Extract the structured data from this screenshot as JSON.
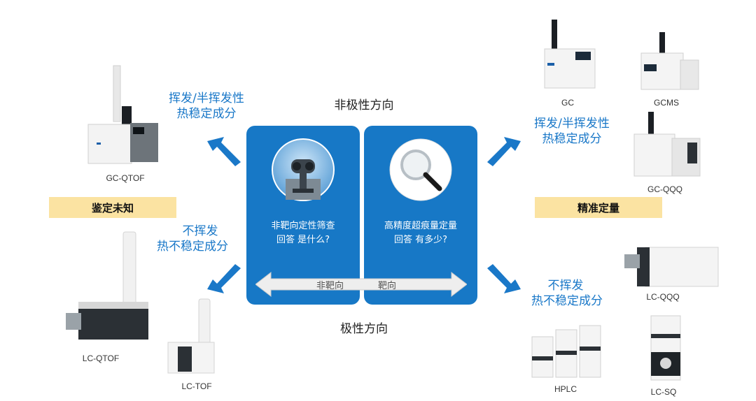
{
  "center": {
    "top_label": "非极性方向",
    "bottom_label": "极性方向",
    "left_panel": {
      "line1": "非靶向定性筛查",
      "line2": "回答 是什么?"
    },
    "right_panel": {
      "line1": "高精度超痕量定量",
      "line2": "回答 有多少?"
    },
    "arrow_left": "非靶向",
    "arrow_right": "靶向"
  },
  "left": {
    "volatile": {
      "line1": "挥发/半挥发性",
      "line2": "热稳定成分"
    },
    "nonvolatile": {
      "line1": "不挥发",
      "line2": "热不稳定成分"
    },
    "tag": "鉴定未知",
    "instruments": [
      "GC-QTOF",
      "LC-QTOF",
      "LC-TOF"
    ]
  },
  "right": {
    "volatile": {
      "line1": "挥发/半挥发性",
      "line2": "热稳定成分"
    },
    "nonvolatile": {
      "line1": "不挥发",
      "line2": "热不稳定成分"
    },
    "tag": "精准定量",
    "instruments": [
      "GC",
      "GCMS",
      "GC-QQQ",
      "LC-QQQ",
      "HPLC",
      "LC-SQ"
    ]
  },
  "colors": {
    "accent_blue": "#1778c6",
    "text_blue": "#1a78c8",
    "tag_yellow": "#fbe3a2"
  }
}
